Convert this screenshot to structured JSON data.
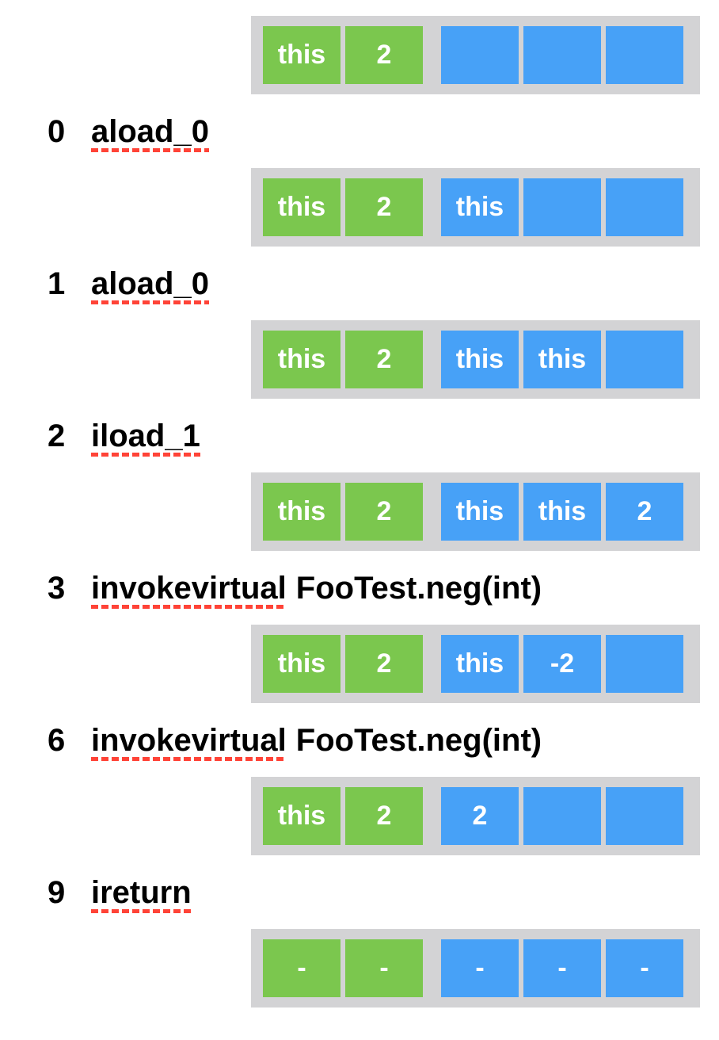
{
  "colors": {
    "local_cell_green": "#7BC74E",
    "stack_cell_blue": "#47A1F7",
    "strip_background_gray": "#D3D3D5",
    "underline_red": "#FF4337",
    "instruction_text": "#000000",
    "cell_text": "#FFFFFF"
  },
  "trace": [
    {
      "type": "state",
      "locals": [
        "this",
        "2"
      ],
      "stack": [
        "",
        "",
        ""
      ]
    },
    {
      "type": "instruction",
      "offset": "0",
      "mnemonic": "aload_0",
      "operands": ""
    },
    {
      "type": "state",
      "locals": [
        "this",
        "2"
      ],
      "stack": [
        "this",
        "",
        ""
      ]
    },
    {
      "type": "instruction",
      "offset": "1",
      "mnemonic": "aload_0",
      "operands": ""
    },
    {
      "type": "state",
      "locals": [
        "this",
        "2"
      ],
      "stack": [
        "this",
        "this",
        ""
      ]
    },
    {
      "type": "instruction",
      "offset": "2",
      "mnemonic": "iload_1",
      "operands": ""
    },
    {
      "type": "state",
      "locals": [
        "this",
        "2"
      ],
      "stack": [
        "this",
        "this",
        "2"
      ]
    },
    {
      "type": "instruction",
      "offset": "3",
      "mnemonic": "invokevirtual",
      "operands": "FooTest.neg(int)"
    },
    {
      "type": "state",
      "locals": [
        "this",
        "2"
      ],
      "stack": [
        "this",
        "-2",
        ""
      ]
    },
    {
      "type": "instruction",
      "offset": "6",
      "mnemonic": "invokevirtual",
      "operands": "FooTest.neg(int)"
    },
    {
      "type": "state",
      "locals": [
        "this",
        "2"
      ],
      "stack": [
        "2",
        "",
        ""
      ]
    },
    {
      "type": "instruction",
      "offset": "9",
      "mnemonic": "ireturn",
      "operands": ""
    },
    {
      "type": "state",
      "locals": [
        "-",
        "-"
      ],
      "stack": [
        "-",
        "-",
        "-"
      ]
    }
  ]
}
